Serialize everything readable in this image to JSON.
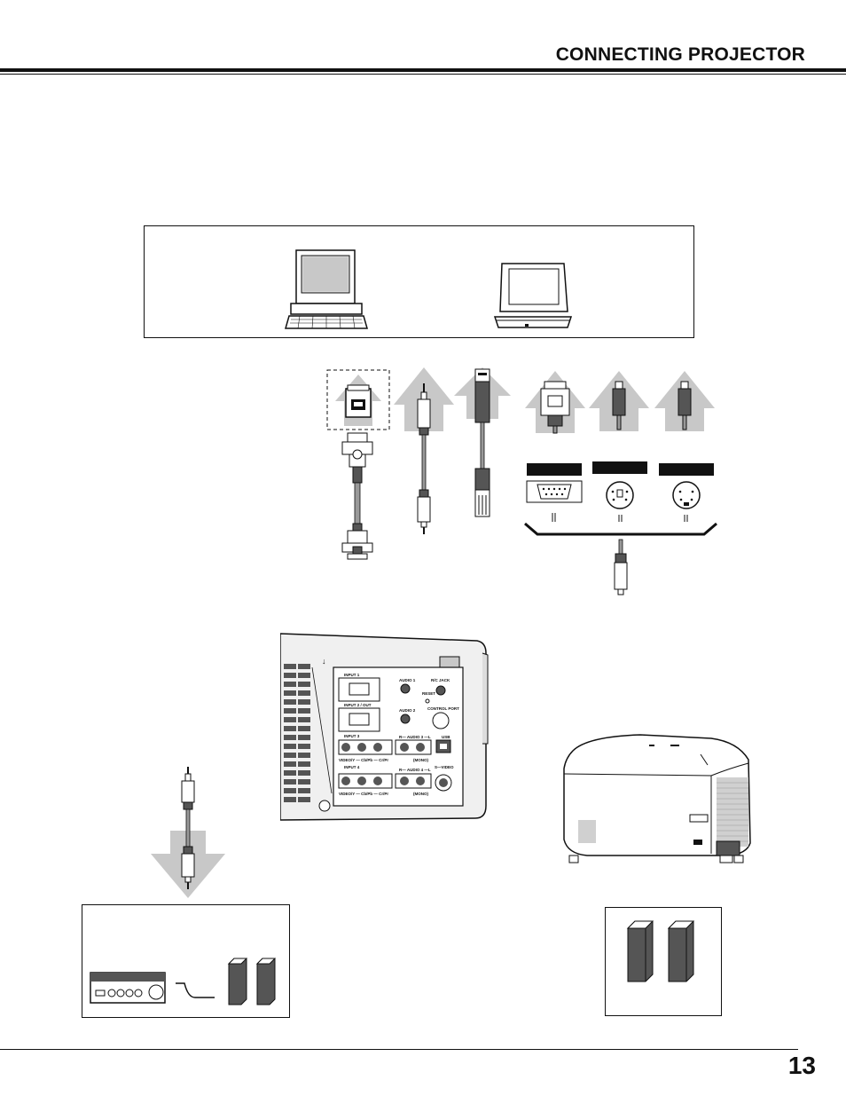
{
  "header": {
    "title": "CONNECTING PROJECTOR"
  },
  "footer": {
    "page_number": "13"
  },
  "projector_panel": {
    "input_1": "INPUT 1",
    "input_2": "INPUT 2 / OUT",
    "input_3": "INPUT 3",
    "input_4": "INPUT 4",
    "audio_1": "AUDIO 1",
    "audio_2": "AUDIO 2",
    "audio_3": "R— AUDIO 3 —L",
    "audio_4": "R— AUDIO 4 —L",
    "rc_jack": "R/C JACK",
    "reset": "RESET",
    "control_port": "CONTROL PORT",
    "usb": "USB",
    "s_video": "S—VIDEO",
    "video_ycbcr_3": "VIDEO/Y — Cb/Pb — Cr/Pr",
    "video_ycbcr_4": "VIDEO/Y — Cb/Pb — Cr/Pr",
    "mono_3": "(MONO)",
    "mono_4": "(MONO)"
  },
  "icons": [
    "desktop-computer-icon",
    "laptop-computer-icon",
    "mac-adapter-icon",
    "vga-cable-icon",
    "audio-cable-icon",
    "usb-cable-icon",
    "serial-cable-icon",
    "ps2-cable-icon",
    "adb-cable-icon",
    "projector-terminal-panel-icon",
    "projector-body-icon",
    "audio-amplifier-icon",
    "speaker-icon"
  ]
}
